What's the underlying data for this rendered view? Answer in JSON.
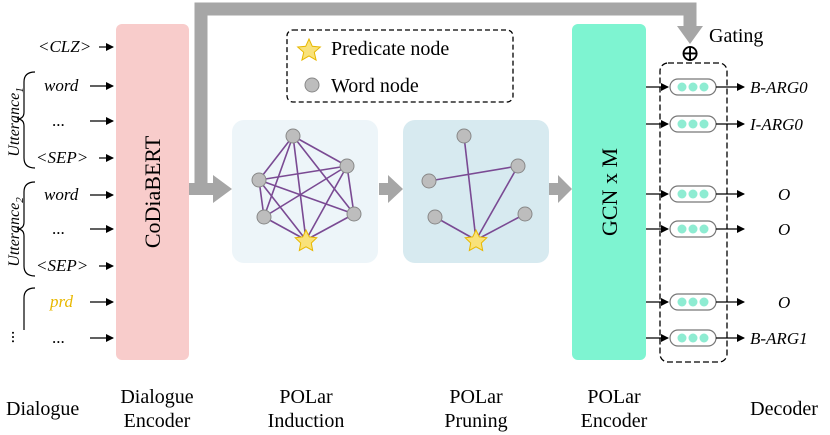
{
  "legend": {
    "predicate_label": "Predicate node",
    "word_label": "Word node"
  },
  "gating": {
    "label": "Gating",
    "symbol": "⊕"
  },
  "dialogue": {
    "tokens": [
      "<CLZ>",
      "word",
      "...",
      "<SEP>",
      "word",
      "...",
      "<SEP>",
      "prd",
      "..."
    ],
    "utterance1": "Utterance",
    "utterance1_sub": "1",
    "utterance2": "Utterance",
    "utterance2_sub": "2",
    "continuation": "...",
    "prd_color": "#E8B800"
  },
  "modules": {
    "encoder_box": "CoDiaBERT",
    "gcn_box": "GCN x M"
  },
  "outputs": [
    "B-ARG0",
    "I-ARG0",
    "O",
    "O",
    "O",
    "B-ARG1"
  ],
  "stage_labels": {
    "dialogue": "Dialogue",
    "dialogue_encoder_1": "Dialogue",
    "dialogue_encoder_2": "Encoder",
    "induction_1": "POLar",
    "induction_2": "Induction",
    "pruning_1": "POLar",
    "pruning_2": "Pruning",
    "polar_encoder_1": "POLar",
    "polar_encoder_2": "Encoder",
    "decoder": "Decoder"
  },
  "colors": {
    "encoder_fill": "#F8CCCB",
    "gcn_fill": "#7EF4D1",
    "induction_bg": "#EDF5F9",
    "pruning_bg": "#D7EAF0",
    "edge": "#7A4A93",
    "word_node": "#BDBDBD",
    "predicate_node": "#F9E27A",
    "arrow_gray": "#A6A6A6",
    "token_dot": "#8EECD2"
  }
}
